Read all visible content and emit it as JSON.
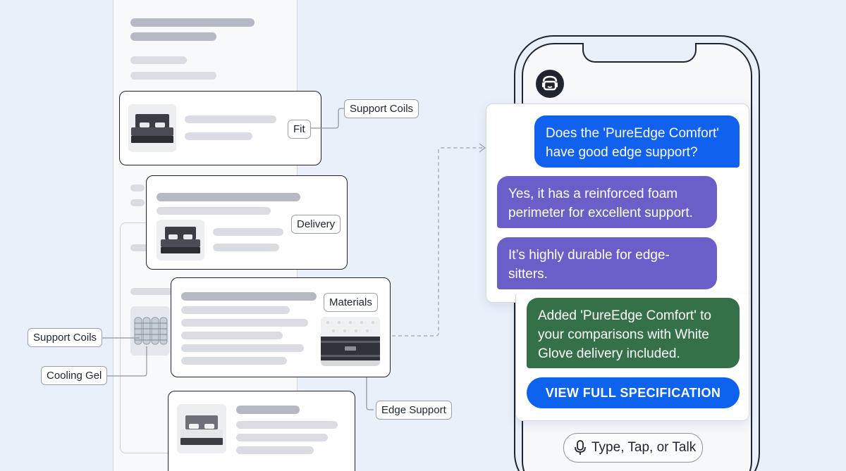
{
  "catalog": {
    "product_cards": [
      {
        "id": "card-fit",
        "tag": "Fit"
      },
      {
        "id": "card-delivery",
        "tag": "Delivery"
      },
      {
        "id": "card-materials",
        "tag": "Materials"
      },
      {
        "id": "card-bottom",
        "tag": ""
      }
    ],
    "callouts": {
      "support_coils_top": "Support Coils",
      "support_coils_left": "Support Coils",
      "cooling_gel": "Cooling Gel",
      "edge_support": "Edge Support"
    }
  },
  "chat": {
    "assistant_icon": "assistant-robot-icon",
    "messages": [
      {
        "role": "user",
        "text": "Does the 'PureEdge Comfort' have good edge support?"
      },
      {
        "role": "assistant",
        "text": "Yes, it has a reinforced foam perimeter for excellent support."
      },
      {
        "role": "assistant",
        "text": "It’s highly durable for edge-sitters."
      },
      {
        "role": "assistant",
        "text": "Added 'PureEdge Comfort' to your comparisons with White Glove delivery included."
      }
    ],
    "cta_label": "VIEW FULL SPECIFICATION",
    "input_label": "Type, Tap, or Talk",
    "input_icon": "microphone-icon"
  },
  "colors": {
    "background": "#e9f0fa",
    "user_bubble": "#1062ee",
    "assistant_bubble": "#6a5ec9",
    "confirmation_bubble": "#357148",
    "cta": "#0d63ee"
  }
}
